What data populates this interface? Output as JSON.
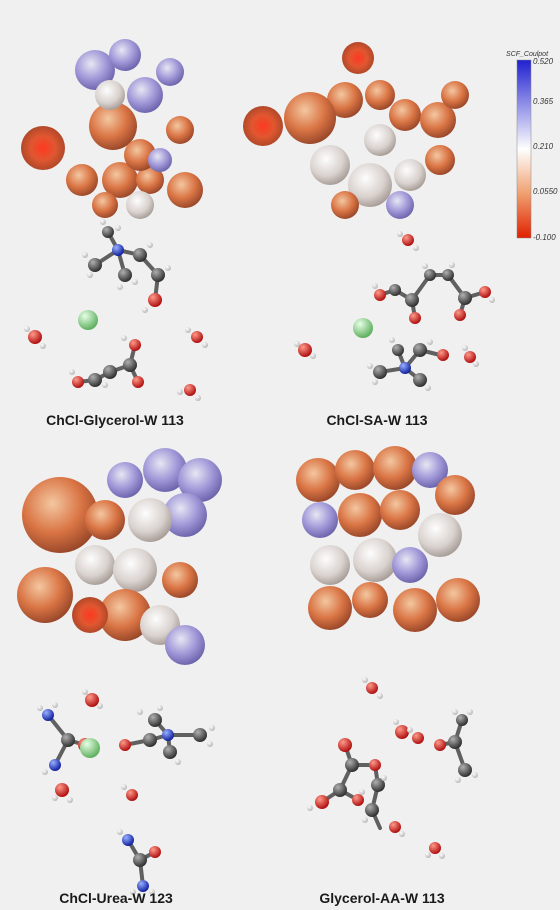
{
  "colorbar": {
    "title": "SCF_Coulpot",
    "ticks": [
      "0.520",
      "0.365",
      "0.210",
      "0.0550",
      "-0.100"
    ],
    "colors": {
      "high": "#2020d0",
      "mid": "#ffffff",
      "low": "#e02000"
    }
  },
  "panels": [
    {
      "label": "ChCl-Glycerol-W 113"
    },
    {
      "label": "ChCl-SA-W 113"
    },
    {
      "label": "ChCl-Urea-W 123"
    },
    {
      "label": "Glycerol-AA-W 113"
    }
  ],
  "atom_colors": {
    "carbon": "#505050",
    "oxygen": "#e02020",
    "nitrogen": "#2040e0",
    "hydrogen": "#ffffff",
    "chloride": "#90e090"
  }
}
